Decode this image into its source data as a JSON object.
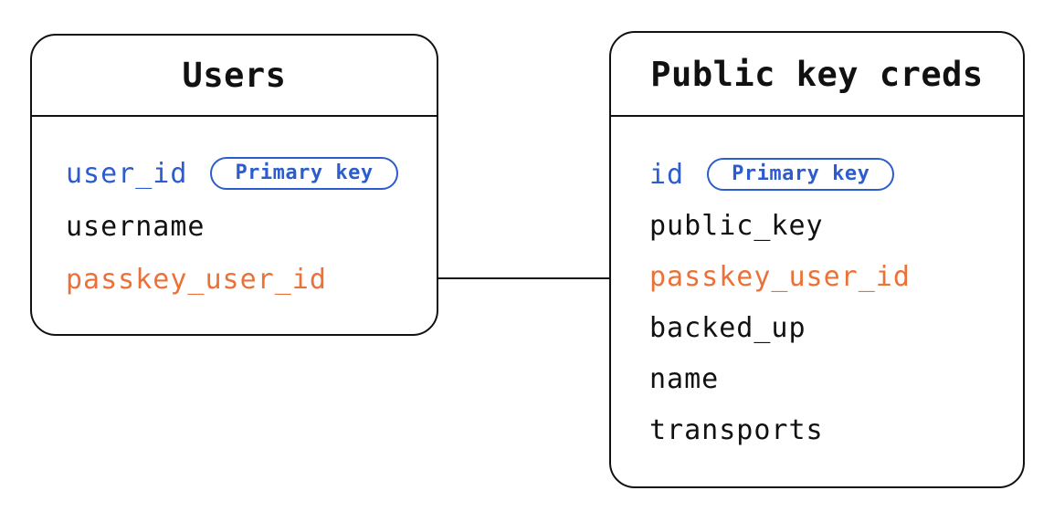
{
  "colors": {
    "primary_blue": "#2d5cce",
    "accent_orange": "#ec7137",
    "text_black": "#111111",
    "line_color": "#111111",
    "background": "#ffffff"
  },
  "tables": [
    {
      "title": "Users",
      "fields": [
        {
          "name": "user_id",
          "color_role": "primary",
          "badge": "Primary key"
        },
        {
          "name": "username",
          "color_role": "default",
          "badge": null
        },
        {
          "name": "passkey_user_id",
          "color_role": "foreign",
          "badge": null
        }
      ]
    },
    {
      "title": "Public key creds",
      "fields": [
        {
          "name": "id",
          "color_role": "primary",
          "badge": "Primary key"
        },
        {
          "name": "public_key",
          "color_role": "default",
          "badge": null
        },
        {
          "name": "passkey_user_id",
          "color_role": "foreign",
          "badge": null
        },
        {
          "name": "backed_up",
          "color_role": "default",
          "badge": null
        },
        {
          "name": "name",
          "color_role": "default",
          "badge": null
        },
        {
          "name": "transports",
          "color_role": "default",
          "badge": null
        }
      ]
    }
  ],
  "connector": {
    "from_table": "Users",
    "from_field": "passkey_user_id",
    "to_table": "Public key creds",
    "to_field": "passkey_user_id"
  }
}
